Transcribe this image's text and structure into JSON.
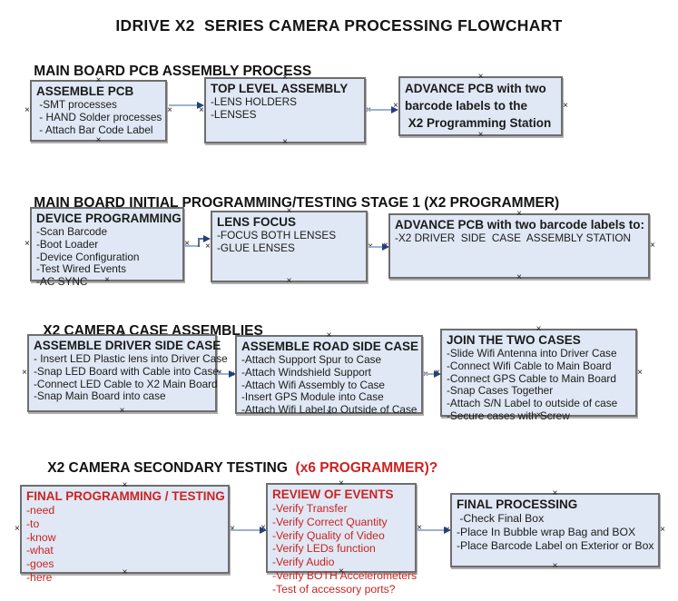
{
  "title": "IDRIVE X2  SERIES CAMERA PROCESSING FLOWCHART",
  "colors": {
    "text": "#1b1b1b",
    "red_text": "#cc2222",
    "box_fill": "#dfe8f4",
    "box_border": "#6e6e6e",
    "arrow_line": "#9db1cf",
    "arrow_head": "#24407a"
  },
  "icons": {
    "connection_handle": "×"
  },
  "sections": [
    {
      "heading": "MAIN BOARD PCB ASSEMBLY PROCESS",
      "boxes": [
        {
          "title": "ASSEMBLE PCB",
          "items": [
            " -SMT processes",
            " - HAND Solder processes",
            " - Attach Bar Code Label"
          ]
        },
        {
          "title": "TOP LEVEL ASSEMBLY",
          "items": [
            "-LENS HOLDERS",
            "-LENSES"
          ]
        },
        {
          "title": "",
          "lines": [
            "ADVANCE PCB with two",
            "barcode labels to the",
            " X2 Programming Station"
          ]
        }
      ]
    },
    {
      "heading": "MAIN BOARD INITIAL PROGRAMMING/TESTING STAGE 1 (X2 PROGRAMMER)",
      "boxes": [
        {
          "title": "DEVICE PROGRAMMING",
          "items": [
            "-Scan Barcode",
            "-Boot Loader",
            "-Device Configuration",
            "-Test Wired Events",
            "-AC SYNC"
          ]
        },
        {
          "title": "LENS FOCUS",
          "items": [
            "-FOCUS BOTH LENSES",
            "-GLUE LENSES"
          ]
        },
        {
          "title": "ADVANCE PCB with two barcode labels to:",
          "items": [
            "-X2 DRIVER  SIDE  CASE  ASSEMBLY STATION"
          ]
        }
      ]
    },
    {
      "heading": "X2 CAMERA CASE ASSEMBLIES",
      "boxes": [
        {
          "title": "ASSEMBLE DRIVER SIDE CASE",
          "items": [
            "- Insert LED Plastic lens into Driver Case",
            "-Snap LED Board with Cable into Case",
            "-Connect LED Cable to X2 Main Board",
            "-Snap Main Board into case"
          ]
        },
        {
          "title": "ASSEMBLE ROAD SIDE CASE",
          "items": [
            "-Attach Support Spur to Case",
            "-Attach Windshield Support",
            "-Attach Wifi Assembly to Case",
            "-Insert GPS Module into Case",
            "-Attach Wifi Label to Outside of Case"
          ]
        },
        {
          "title": "JOIN THE TWO CASES",
          "items": [
            "-Slide Wifi Antenna into Driver Case",
            "-Connect Wifi Cable to Main Board",
            "-Connect GPS Cable to Main Board",
            "-Snap Cases Together",
            "-Attach S/N Label to outside of case",
            "-Secure cases with Screw"
          ]
        }
      ]
    },
    {
      "heading": "X2 CAMERA SECONDARY TESTING",
      "heading_suffix": "  (x6 PROGRAMMER)?",
      "boxes": [
        {
          "title": "FINAL PROGRAMMING / TESTING",
          "items": [
            "-need",
            "-to",
            "-know",
            "-what",
            "-goes",
            "-here"
          ]
        },
        {
          "title": "REVIEW OF EVENTS",
          "items": [
            "-Verify Transfer",
            "-Verify Correct Quantity",
            "-Verify Quality of Video",
            "-Verify LEDs function",
            "-Verify Audio",
            "-Verify BOTH Accelerometers",
            "-Test of accessory ports?"
          ]
        },
        {
          "title": "FINAL PROCESSING",
          "items": [
            " -Check Final Box",
            "-Place In Bubble wrap Bag and BOX",
            "-Place Barcode Label on Exterior or Box"
          ]
        }
      ]
    }
  ]
}
